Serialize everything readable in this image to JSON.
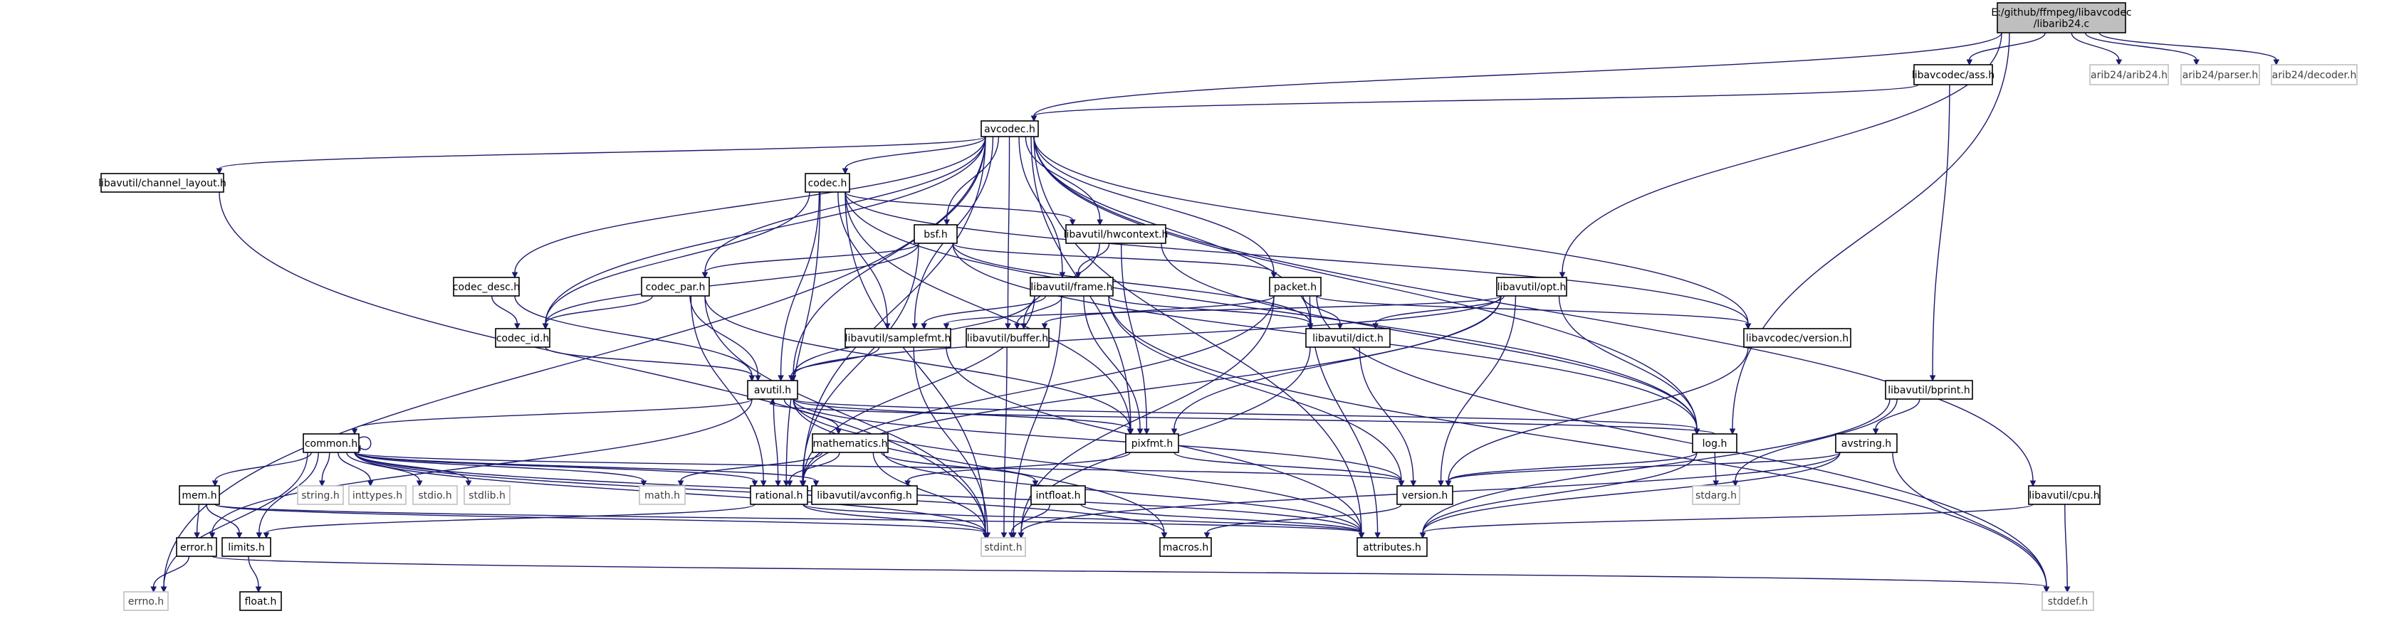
{
  "nodes": [
    {
      "id": "libarib24",
      "kind": "root",
      "lines": [
        "E:/github/ffmpeg/libavcodec",
        "/libarib24.c"
      ]
    },
    {
      "id": "ass",
      "kind": "local",
      "lines": [
        "libavcodec/ass.h"
      ]
    },
    {
      "id": "aribaribh",
      "kind": "system",
      "lines": [
        "arib24/arib24.h"
      ]
    },
    {
      "id": "aribparser",
      "kind": "system",
      "lines": [
        "arib24/parser.h"
      ]
    },
    {
      "id": "aribdecoder",
      "kind": "system",
      "lines": [
        "arib24/decoder.h"
      ]
    },
    {
      "id": "avcodec",
      "kind": "local",
      "lines": [
        "avcodec.h"
      ]
    },
    {
      "id": "chlayout",
      "kind": "local",
      "lines": [
        "libavutil/channel_layout.h"
      ]
    },
    {
      "id": "codec",
      "kind": "local",
      "lines": [
        "codec.h"
      ]
    },
    {
      "id": "hwctx",
      "kind": "local",
      "lines": [
        "libavutil/hwcontext.h"
      ]
    },
    {
      "id": "bsf",
      "kind": "local",
      "lines": [
        "bsf.h"
      ]
    },
    {
      "id": "codecdesc",
      "kind": "local",
      "lines": [
        "codec_desc.h"
      ]
    },
    {
      "id": "codecpar",
      "kind": "local",
      "lines": [
        "codec_par.h"
      ]
    },
    {
      "id": "frame",
      "kind": "local",
      "lines": [
        "libavutil/frame.h"
      ]
    },
    {
      "id": "packet",
      "kind": "local",
      "lines": [
        "packet.h"
      ]
    },
    {
      "id": "opt",
      "kind": "local",
      "lines": [
        "libavutil/opt.h"
      ]
    },
    {
      "id": "codecid",
      "kind": "local",
      "lines": [
        "codec_id.h"
      ]
    },
    {
      "id": "samplefmt",
      "kind": "local",
      "lines": [
        "libavutil/samplefmt.h"
      ]
    },
    {
      "id": "buffer",
      "kind": "local",
      "lines": [
        "libavutil/buffer.h"
      ]
    },
    {
      "id": "dict",
      "kind": "local",
      "lines": [
        "libavutil/dict.h"
      ]
    },
    {
      "id": "avcversion",
      "kind": "local",
      "lines": [
        "libavcodec/version.h"
      ]
    },
    {
      "id": "avutil",
      "kind": "local",
      "lines": [
        "avutil.h"
      ]
    },
    {
      "id": "bprint",
      "kind": "local",
      "lines": [
        "libavutil/bprint.h"
      ]
    },
    {
      "id": "common",
      "kind": "local",
      "lines": [
        "common.h"
      ]
    },
    {
      "id": "mathematics",
      "kind": "local",
      "lines": [
        "mathematics.h"
      ]
    },
    {
      "id": "pixfmt",
      "kind": "local",
      "lines": [
        "pixfmt.h"
      ]
    },
    {
      "id": "log",
      "kind": "local",
      "lines": [
        "log.h"
      ]
    },
    {
      "id": "avstring",
      "kind": "local",
      "lines": [
        "avstring.h"
      ]
    },
    {
      "id": "mem",
      "kind": "local",
      "lines": [
        "mem.h"
      ]
    },
    {
      "id": "stringh",
      "kind": "system",
      "lines": [
        "string.h"
      ]
    },
    {
      "id": "inttypes",
      "kind": "system",
      "lines": [
        "inttypes.h"
      ]
    },
    {
      "id": "stdio",
      "kind": "system",
      "lines": [
        "stdio.h"
      ]
    },
    {
      "id": "stdlib",
      "kind": "system",
      "lines": [
        "stdlib.h"
      ]
    },
    {
      "id": "math",
      "kind": "system",
      "lines": [
        "math.h"
      ]
    },
    {
      "id": "rational",
      "kind": "local",
      "lines": [
        "rational.h"
      ]
    },
    {
      "id": "avconfig",
      "kind": "local",
      "lines": [
        "libavutil/avconfig.h"
      ]
    },
    {
      "id": "intfloat",
      "kind": "local",
      "lines": [
        "intfloat.h"
      ]
    },
    {
      "id": "version",
      "kind": "local",
      "lines": [
        "version.h"
      ]
    },
    {
      "id": "stdarg",
      "kind": "system",
      "lines": [
        "stdarg.h"
      ]
    },
    {
      "id": "cpu",
      "kind": "local",
      "lines": [
        "libavutil/cpu.h"
      ]
    },
    {
      "id": "error",
      "kind": "local",
      "lines": [
        "error.h"
      ]
    },
    {
      "id": "limits",
      "kind": "local",
      "lines": [
        "limits.h"
      ]
    },
    {
      "id": "stdint",
      "kind": "system",
      "lines": [
        "stdint.h"
      ]
    },
    {
      "id": "macros",
      "kind": "local",
      "lines": [
        "macros.h"
      ]
    },
    {
      "id": "attributes",
      "kind": "local",
      "lines": [
        "attributes.h"
      ]
    },
    {
      "id": "errno",
      "kind": "system",
      "lines": [
        "errno.h"
      ]
    },
    {
      "id": "floath",
      "kind": "local",
      "lines": [
        "float.h"
      ]
    },
    {
      "id": "stddef",
      "kind": "system",
      "lines": [
        "stddef.h"
      ]
    }
  ],
  "edges": [
    [
      "libarib24",
      "ass"
    ],
    [
      "libarib24",
      "aribaribh"
    ],
    [
      "libarib24",
      "aribparser"
    ],
    [
      "libarib24",
      "aribdecoder"
    ],
    [
      "libarib24",
      "avcodec"
    ],
    [
      "libarib24",
      "opt"
    ],
    [
      "libarib24",
      "log"
    ],
    [
      "ass",
      "avcodec"
    ],
    [
      "ass",
      "bprint"
    ],
    [
      "avcodec",
      "chlayout"
    ],
    [
      "avcodec",
      "codec"
    ],
    [
      "avcodec",
      "hwctx"
    ],
    [
      "avcodec",
      "bsf"
    ],
    [
      "avcodec",
      "codecdesc"
    ],
    [
      "avcodec",
      "codecpar"
    ],
    [
      "avcodec",
      "frame"
    ],
    [
      "avcodec",
      "packet"
    ],
    [
      "avcodec",
      "codecid"
    ],
    [
      "avcodec",
      "samplefmt"
    ],
    [
      "avcodec",
      "buffer"
    ],
    [
      "avcodec",
      "dict"
    ],
    [
      "avcodec",
      "avcversion"
    ],
    [
      "avcodec",
      "avutil"
    ],
    [
      "avcodec",
      "pixfmt"
    ],
    [
      "avcodec",
      "log"
    ],
    [
      "avcodec",
      "rational"
    ],
    [
      "avcodec",
      "cpu"
    ],
    [
      "avcodec",
      "attributes"
    ],
    [
      "avcodec",
      "errno"
    ],
    [
      "chlayout",
      "stdint"
    ],
    [
      "codec",
      "hwctx"
    ],
    [
      "codec",
      "codecid"
    ],
    [
      "codec",
      "samplefmt"
    ],
    [
      "codec",
      "avutil"
    ],
    [
      "codec",
      "pixfmt"
    ],
    [
      "codec",
      "log"
    ],
    [
      "codec",
      "rational"
    ],
    [
      "codec",
      "stdint"
    ],
    [
      "codec",
      "avcversion"
    ],
    [
      "hwctx",
      "buffer"
    ],
    [
      "hwctx",
      "frame"
    ],
    [
      "hwctx",
      "pixfmt"
    ],
    [
      "hwctx",
      "log"
    ],
    [
      "bsf",
      "codecid"
    ],
    [
      "bsf",
      "codecpar"
    ],
    [
      "bsf",
      "packet"
    ],
    [
      "bsf",
      "dict"
    ],
    [
      "bsf",
      "log"
    ],
    [
      "bsf",
      "rational"
    ],
    [
      "codecdesc",
      "codecid"
    ],
    [
      "codecdesc",
      "avutil"
    ],
    [
      "codecpar",
      "codecid"
    ],
    [
      "codecpar",
      "avutil"
    ],
    [
      "codecpar",
      "pixfmt"
    ],
    [
      "codecpar",
      "rational"
    ],
    [
      "codecpar",
      "stdint"
    ],
    [
      "frame",
      "avutil"
    ],
    [
      "frame",
      "buffer"
    ],
    [
      "frame",
      "dict"
    ],
    [
      "frame",
      "rational"
    ],
    [
      "frame",
      "samplefmt"
    ],
    [
      "frame",
      "pixfmt"
    ],
    [
      "frame",
      "version"
    ],
    [
      "frame",
      "stddef"
    ],
    [
      "frame",
      "stdint"
    ],
    [
      "packet",
      "buffer"
    ],
    [
      "packet",
      "dict"
    ],
    [
      "packet",
      "avcversion"
    ],
    [
      "packet",
      "attributes"
    ],
    [
      "packet",
      "rational"
    ],
    [
      "packet",
      "stddef"
    ],
    [
      "packet",
      "stdint"
    ],
    [
      "opt",
      "avutil"
    ],
    [
      "opt",
      "dict"
    ],
    [
      "opt",
      "log"
    ],
    [
      "opt",
      "pixfmt"
    ],
    [
      "opt",
      "rational"
    ],
    [
      "opt",
      "samplefmt"
    ],
    [
      "opt",
      "version"
    ],
    [
      "codecid",
      "avutil"
    ],
    [
      "samplefmt",
      "avutil"
    ],
    [
      "samplefmt",
      "attributes"
    ],
    [
      "samplefmt",
      "stdint"
    ],
    [
      "buffer",
      "stdint"
    ],
    [
      "dict",
      "stdint"
    ],
    [
      "dict",
      "version"
    ],
    [
      "avcversion",
      "version"
    ],
    [
      "avutil",
      "common"
    ],
    [
      "avutil",
      "error"
    ],
    [
      "avutil",
      "rational"
    ],
    [
      "avutil",
      "mathematics"
    ],
    [
      "avutil",
      "log"
    ],
    [
      "avutil",
      "pixfmt"
    ],
    [
      "avutil",
      "version"
    ],
    [
      "avutil",
      "macros"
    ],
    [
      "avutil",
      "attributes"
    ],
    [
      "bprint",
      "avstring"
    ],
    [
      "bprint",
      "attributes"
    ],
    [
      "bprint",
      "stdarg"
    ],
    [
      "common",
      "mem"
    ],
    [
      "common",
      "stringh"
    ],
    [
      "common",
      "inttypes"
    ],
    [
      "common",
      "stdio"
    ],
    [
      "common",
      "stdlib"
    ],
    [
      "common",
      "math"
    ],
    [
      "common",
      "rational"
    ],
    [
      "common",
      "avconfig"
    ],
    [
      "common",
      "attributes"
    ],
    [
      "common",
      "macros"
    ],
    [
      "common",
      "version"
    ],
    [
      "common",
      "stdint"
    ],
    [
      "common",
      "limits"
    ],
    [
      "common",
      "errno"
    ],
    [
      "common",
      "common"
    ],
    [
      "mathematics",
      "math"
    ],
    [
      "mathematics",
      "rational"
    ],
    [
      "mathematics",
      "intfloat"
    ],
    [
      "mathematics",
      "stdint"
    ],
    [
      "mathematics",
      "attributes"
    ],
    [
      "pixfmt",
      "avconfig"
    ],
    [
      "pixfmt",
      "version"
    ],
    [
      "log",
      "version"
    ],
    [
      "log",
      "stdarg"
    ],
    [
      "log",
      "attributes"
    ],
    [
      "log",
      "avutil"
    ],
    [
      "avstring",
      "version"
    ],
    [
      "avstring",
      "attributes"
    ],
    [
      "avstring",
      "stdint"
    ],
    [
      "avstring",
      "stddef"
    ],
    [
      "mem",
      "error"
    ],
    [
      "mem",
      "limits"
    ],
    [
      "mem",
      "stdint"
    ],
    [
      "mem",
      "attributes"
    ],
    [
      "rational",
      "stdint"
    ],
    [
      "rational",
      "limits"
    ],
    [
      "rational",
      "attributes"
    ],
    [
      "intfloat",
      "stdint"
    ],
    [
      "intfloat",
      "attributes"
    ],
    [
      "version",
      "macros"
    ],
    [
      "cpu",
      "attributes"
    ],
    [
      "cpu",
      "stddef"
    ],
    [
      "error",
      "errno"
    ],
    [
      "error",
      "stddef"
    ],
    [
      "limits",
      "floath"
    ]
  ]
}
